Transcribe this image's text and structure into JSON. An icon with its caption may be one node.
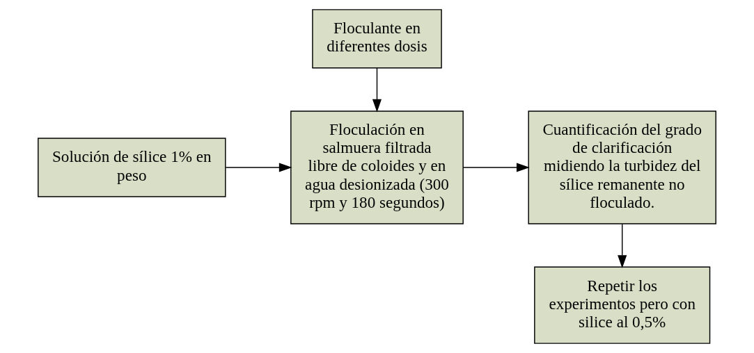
{
  "diagram": {
    "nodes": [
      {
        "text": [
          "Solución de sílice 1% en peso"
        ]
      },
      {
        "text": [
          "Floculación en salmuera filtrada libre de coloides y en agua desionizada (300 rpm y 180 segundos)"
        ]
      },
      {
        "text": [
          "Cuantificación del grado de clarificación midiendo la turbidez del sílice remanente no floculado."
        ]
      },
      {
        "text": [
          "Floculante en diferentes dosis"
        ]
      },
      {
        "text": [
          "Repetir los experimentos pero con silice al 0,5%"
        ]
      }
    ],
    "edges": [
      {
        "from": 0,
        "to": 1,
        "arrow": "to"
      },
      {
        "from": 1,
        "to": 2,
        "arrow": "to"
      },
      {
        "from": 3,
        "to": 1,
        "arrow": "to"
      },
      {
        "from": 2,
        "to": 4,
        "arrow": "to"
      }
    ]
  }
}
